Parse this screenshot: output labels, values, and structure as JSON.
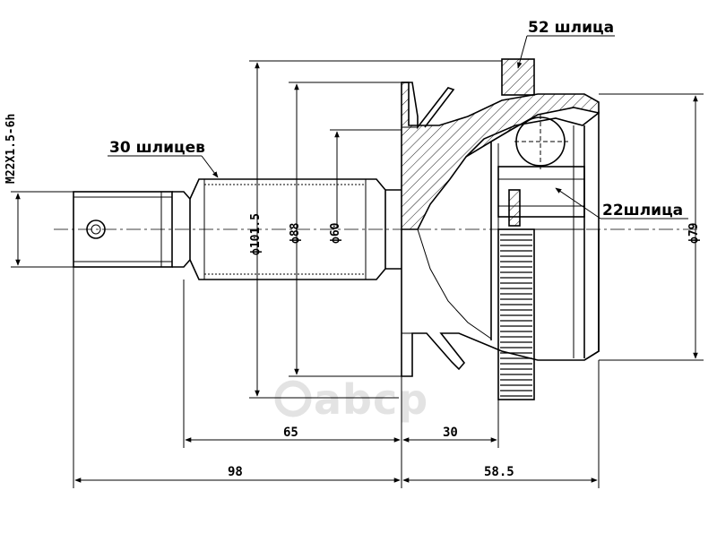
{
  "labels": {
    "top_splines": "52 шлица",
    "shaft_splines": "30 шлицев",
    "inner_splines": "22шлица",
    "thread": "M22X1.5-6h"
  },
  "dimensions": {
    "d101": "ф101.5",
    "d88": "ф88",
    "d60": "ф60",
    "d79": "ф79",
    "len_65": "65",
    "len_30": "30",
    "len_98": "98",
    "len_58_5": "58.5"
  },
  "watermark": {
    "text": "abcp"
  }
}
